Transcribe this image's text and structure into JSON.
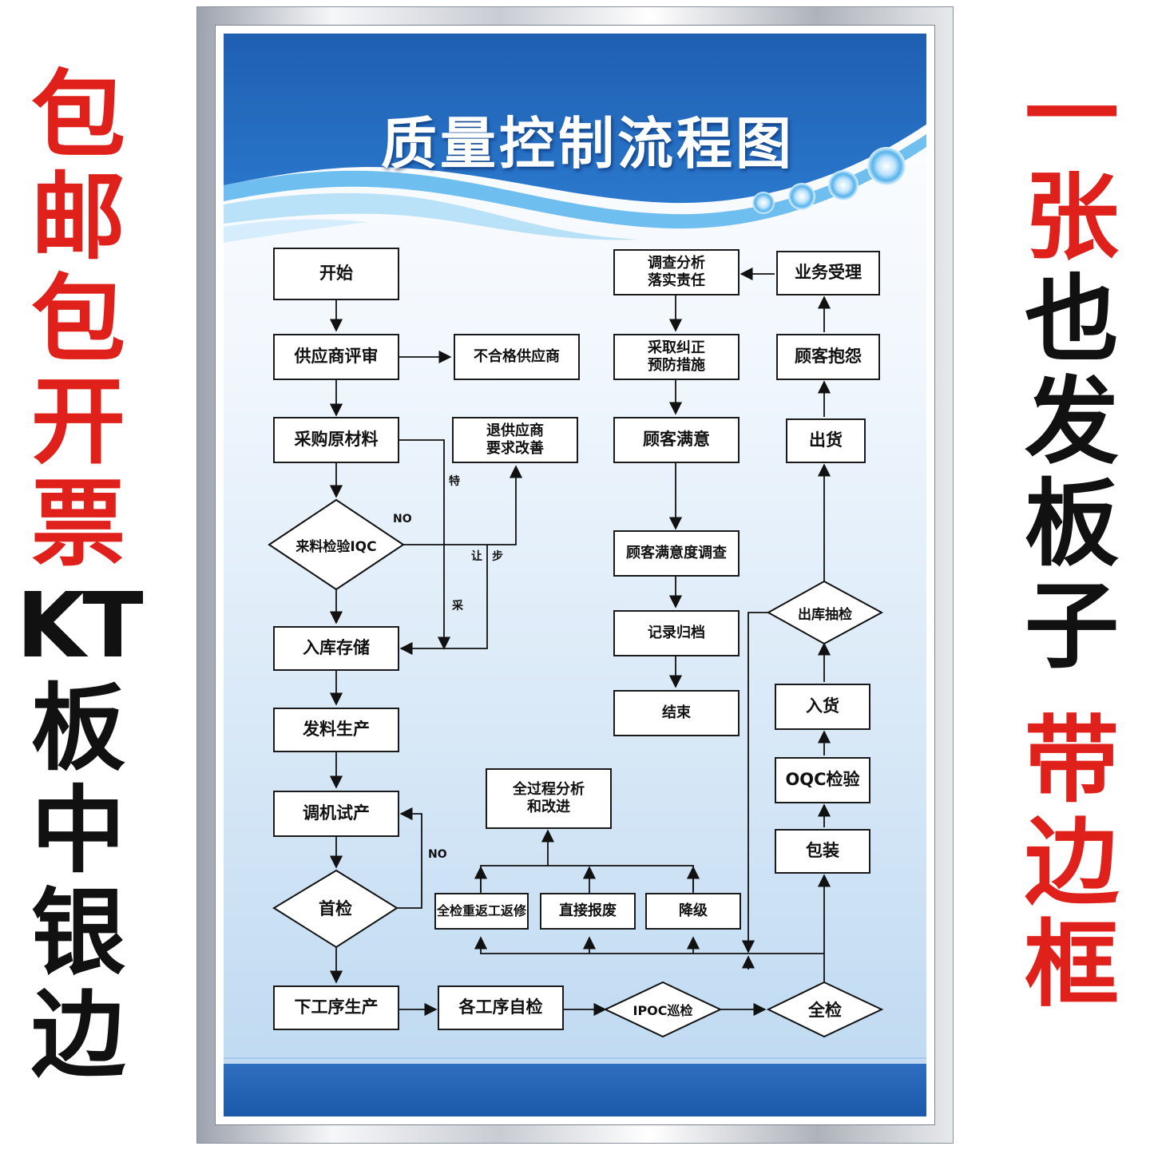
{
  "left_column": [
    "包",
    "邮",
    "包",
    "开",
    "票",
    "KT",
    "板",
    "中",
    "银",
    "边"
  ],
  "right_column": [
    "一",
    "张",
    "也",
    "发",
    "板",
    "子",
    "带",
    "边",
    "框"
  ],
  "poster": {
    "title": "质量控制流程图"
  },
  "flowchart": {
    "start": "开始",
    "supplier_review": "供应商评审",
    "unqualified_supplier": "不合格供应商",
    "purchase_materials": "采购原材料",
    "return_supplier_line1": "退供应商",
    "return_supplier_line2": "要求改善",
    "iqc": "来料检验IQC",
    "no_label_1": "NO",
    "concession_1": "特",
    "concession_2": "让",
    "concession_3": "步",
    "concession_4": "采",
    "warehousing": "入库存储",
    "issue_materials": "发料生产",
    "trial_production": "调机试产",
    "first_inspection": "首检",
    "no_label_2": "NO",
    "next_process": "下工序生产",
    "self_inspection": "各工序自检",
    "ipqc": "IPOC巡检",
    "full_inspection": "全检",
    "analysis_line1": "全过程分析",
    "analysis_line2": "和改进",
    "rework": "全检重返工返修",
    "scrap": "直接报废",
    "downgrade": "降级",
    "packaging": "包装",
    "oqc": "OQC检验",
    "stock_in": "入货",
    "outgoing_sample": "出库抽检",
    "shipment": "出货",
    "complaint": "顾客抱怨",
    "business": "业务受理",
    "investigate_line1": "调查分析",
    "investigate_line2": "落实责任",
    "corrective_line1": "采取纠正",
    "corrective_line2": "预防措施",
    "satisfied": "顾客满意",
    "survey": "顾客满意度调查",
    "archive": "记录归档",
    "end": "结束"
  }
}
